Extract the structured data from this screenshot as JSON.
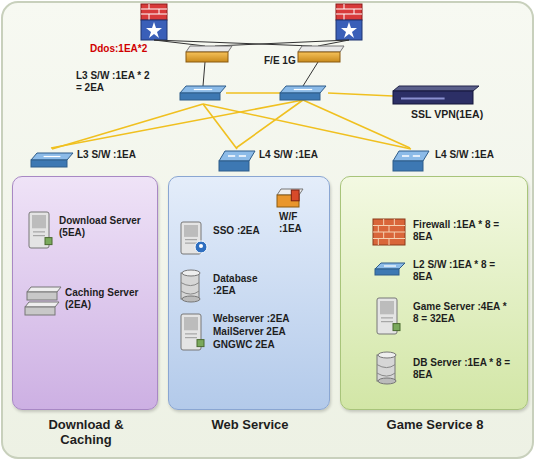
{
  "diagram": {
    "nodes": [
      {
        "text": [
          "L3 S/W :1EA * 2 = 2EA"
        ]
      },
      {
        "text": [
          "SSL VPN(1EA)"
        ]
      },
      {
        "text": [
          "Download & Caching"
        ]
      },
      {
        "text": [
          "Web Service"
        ]
      },
      {
        "text": [
          "Game Service 8"
        ]
      },
      {
        "text": [
          "L3 S/W :1EA"
        ],
        "in": 2
      },
      {
        "text": [
          "Download Server (5EA)"
        ],
        "in": 2
      },
      {
        "text": [
          "Caching Server (2EA)"
        ],
        "in": 2
      },
      {
        "text": [
          "L4 S/W :1EA"
        ],
        "in": 3
      },
      {
        "text": [
          "W/F :1EA"
        ],
        "in": 3
      },
      {
        "text": [
          "SSO :2EA"
        ],
        "in": 3
      },
      {
        "text": [
          "Database :2EA"
        ],
        "in": 3
      },
      {
        "text": [
          "Webserver :2EA",
          "MailServer 2EA",
          "GNGWC 2EA"
        ],
        "in": 3
      },
      {
        "text": [
          "L4 S/W :1EA"
        ],
        "in": 4
      },
      {
        "text": [
          "Firewall :1EA * 8 = 8EA"
        ],
        "in": 4
      },
      {
        "text": [
          "L2 S/W :1EA * 8 = 8EA"
        ],
        "in": 4
      },
      {
        "text": [
          "Game Server :4EA * 8 = 32EA"
        ],
        "in": 4
      },
      {
        "text": [
          "DB Server :1EA * 8 = 8EA"
        ],
        "in": 4
      }
    ],
    "edges": [
      {
        "from": 0,
        "to": 5,
        "arrow": "none"
      },
      {
        "from": 0,
        "to": 8,
        "arrow": "none"
      },
      {
        "from": 0,
        "to": 13,
        "arrow": "none"
      },
      {
        "from": 0,
        "to": 1,
        "arrow": "none"
      }
    ],
    "labels": [
      "Ddos:1EA*2",
      "F/E 1G"
    ]
  }
}
